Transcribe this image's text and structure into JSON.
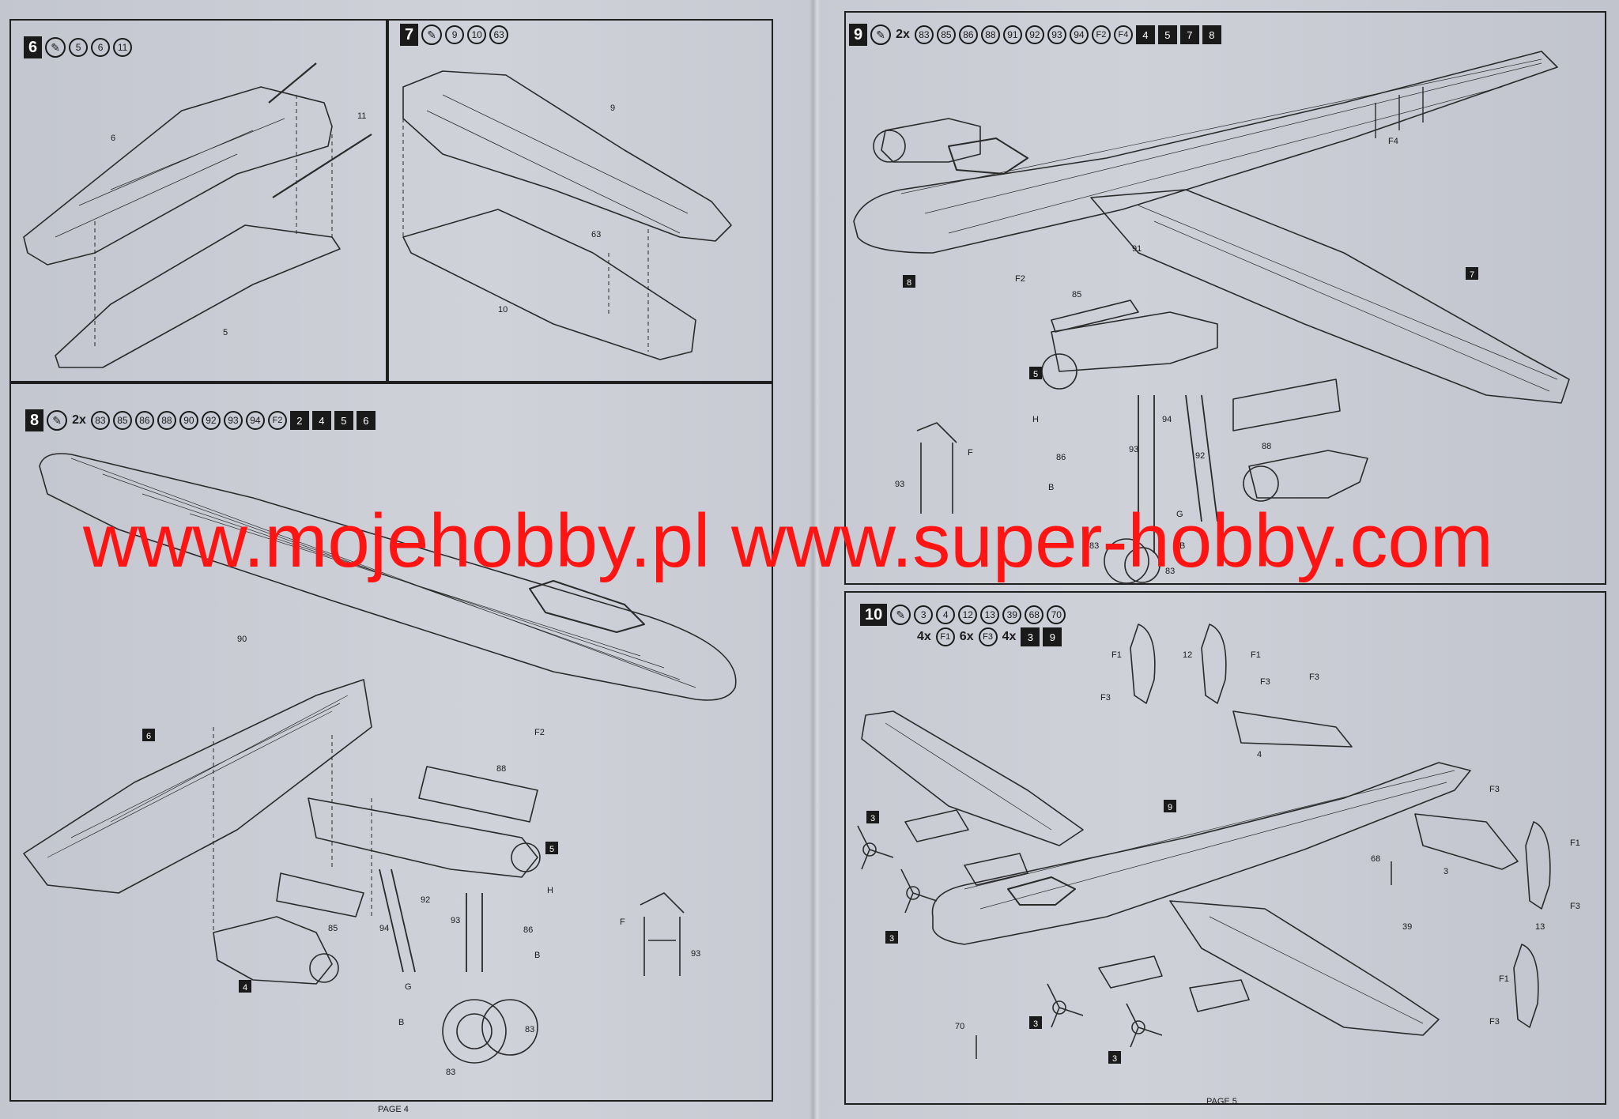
{
  "watermark": "www.mojehobby.pl www.super-hobby.com",
  "pages": {
    "left": "PAGE 4",
    "right": "PAGE 5"
  },
  "steps": {
    "s6": {
      "number": "6",
      "parts": [
        "5",
        "6",
        "11"
      ],
      "callouts": [
        "6",
        "11",
        "5"
      ]
    },
    "s7": {
      "number": "7",
      "parts": [
        "9",
        "10",
        "63"
      ],
      "callouts": [
        "9",
        "63",
        "10"
      ]
    },
    "s8": {
      "number": "8",
      "mult": "2x",
      "parts": [
        "83",
        "85",
        "86",
        "88",
        "90",
        "92",
        "93",
        "94",
        "F2"
      ],
      "boxes": [
        "2",
        "4",
        "5",
        "6"
      ],
      "callouts": {
        "c90": "90",
        "c6": "6",
        "cF2": "F2",
        "c88": "88",
        "c5": "5",
        "cH": "H",
        "c93a": "93",
        "c86": "86",
        "c92": "92",
        "c94": "94",
        "c85": "85",
        "cB1": "B",
        "cG": "G",
        "c4": "4",
        "cB2": "B",
        "c83a": "83",
        "c83b": "83",
        "cF": "F",
        "c93b": "93"
      }
    },
    "s9": {
      "number": "9",
      "mult": "2x",
      "parts": [
        "83",
        "85",
        "86",
        "88",
        "91",
        "92",
        "93",
        "94",
        "F2",
        "F4"
      ],
      "boxes": [
        "4",
        "5",
        "7",
        "8"
      ],
      "callouts": {
        "cF4": "F4",
        "c91": "91",
        "c8": "8",
        "cF2": "F2",
        "c7": "7",
        "c85": "85",
        "c5": "5",
        "cH": "H",
        "c86": "86",
        "c93a": "93",
        "c94": "94",
        "c92": "92",
        "c88": "88",
        "c93b": "93",
        "cF": "F",
        "cB1": "B",
        "cG": "G",
        "c83a": "83",
        "cB2": "B",
        "c83b": "83"
      }
    },
    "s10": {
      "number": "10",
      "parts": [
        "3",
        "4",
        "12",
        "13",
        "39",
        "68",
        "70"
      ],
      "row2": {
        "m1": "4x",
        "p1": "F1",
        "m2": "6x",
        "p2": "F3",
        "m3": "4x",
        "boxes": [
          "3",
          "9"
        ]
      },
      "callouts": {
        "cF1a": "F1",
        "c12": "12",
        "cF1b": "F1",
        "cF3a": "F3",
        "cF3b": "F3",
        "cF3c": "F3",
        "c4": "4",
        "c9": "9",
        "c3a": "3",
        "c3b": "3",
        "c3c": "3",
        "c3d": "3",
        "c70": "70",
        "c68": "68",
        "c39": "39",
        "cF3d": "F3",
        "cF1c": "F1",
        "c3e": "3",
        "c13": "13",
        "cF3e": "F3",
        "cF1d": "F1",
        "cF3f": "F3"
      }
    }
  }
}
